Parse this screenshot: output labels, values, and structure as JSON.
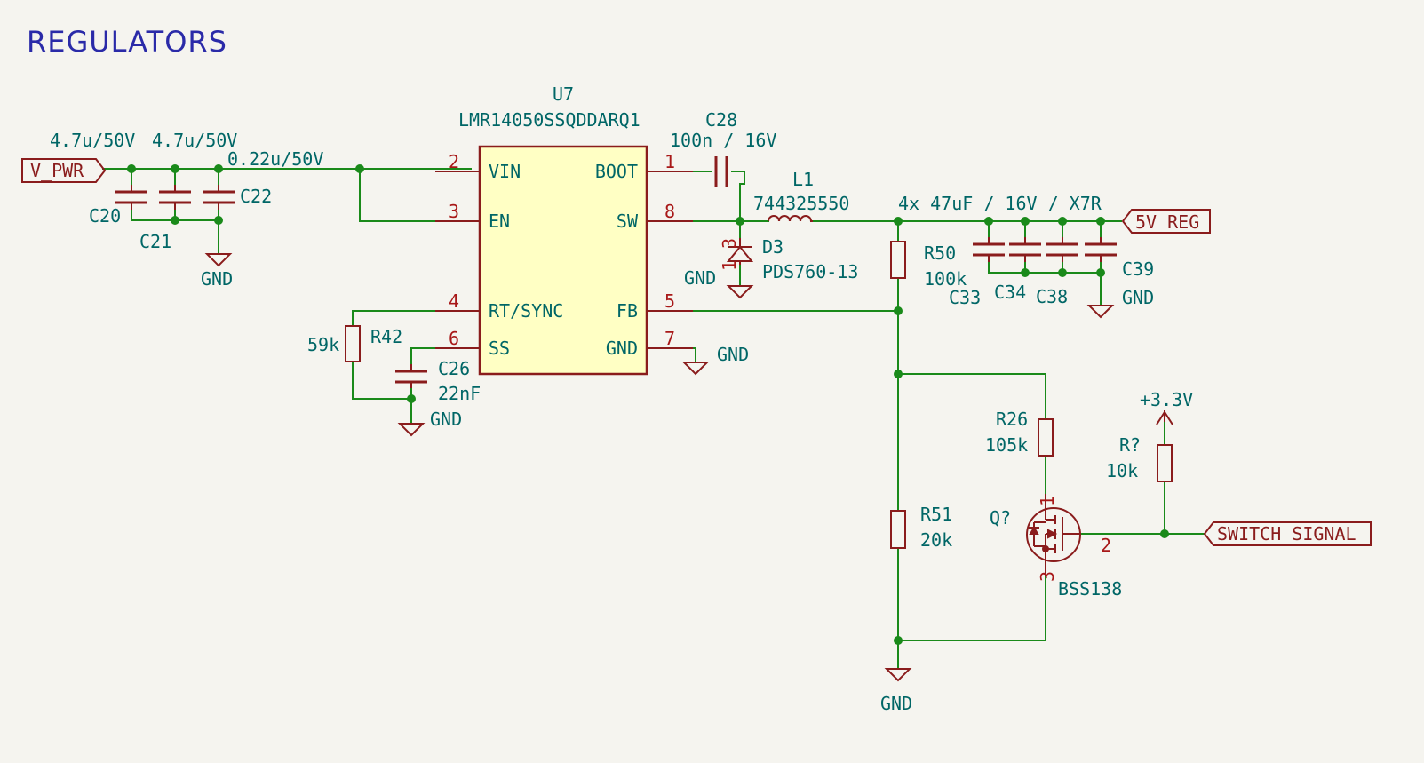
{
  "sheet_title": "REGULATORS",
  "ic": {
    "ref": "U7",
    "value": "LMR14050SSQDDARQ1",
    "pins": {
      "vin": {
        "num": "2",
        "name": "VIN"
      },
      "en": {
        "num": "3",
        "name": "EN"
      },
      "rt": {
        "num": "4",
        "name": "RT/SYNC"
      },
      "ss": {
        "num": "6",
        "name": "SS"
      },
      "boot": {
        "num": "1",
        "name": "BOOT"
      },
      "sw": {
        "num": "8",
        "name": "SW"
      },
      "fb": {
        "num": "5",
        "name": "FB"
      },
      "gnd": {
        "num": "7",
        "name": "GND"
      }
    }
  },
  "input_caps": {
    "value1": "4.7u/50V",
    "value2": "4.7u/50V",
    "value3": "0.22u/50V",
    "c20": "C20",
    "c21": "C21",
    "c22": "C22"
  },
  "c28": {
    "ref": "C28",
    "value": "100n / 16V"
  },
  "l1": {
    "ref": "L1",
    "value": "744325550"
  },
  "d3": {
    "ref": "D3",
    "value": "PDS760-13",
    "pin1": "1",
    "pin3": "3"
  },
  "output_caps": {
    "value": "4x 47uF / 16V / X7R",
    "c33": "C33",
    "c34": "C34",
    "c38": "C38",
    "c39": "C39"
  },
  "r50": {
    "ref": "R50",
    "value": "100k"
  },
  "r51": {
    "ref": "R51",
    "value": "20k"
  },
  "r42": {
    "ref": "R42",
    "value": "59k"
  },
  "c26": {
    "ref": "C26",
    "value": "22nF"
  },
  "r26": {
    "ref": "R26",
    "value": "105k"
  },
  "rq": {
    "ref": "R?",
    "value": "10k"
  },
  "q": {
    "ref": "Q?",
    "value": "BSS138",
    "pin1": "1",
    "pin2": "2",
    "pin3": "3"
  },
  "power": {
    "gnd": "GND",
    "v33": "+3.3V"
  },
  "ports": {
    "vpwr": "V_PWR",
    "reg5v": "5V_REG",
    "switch": "SWITCH_SIGNAL"
  }
}
